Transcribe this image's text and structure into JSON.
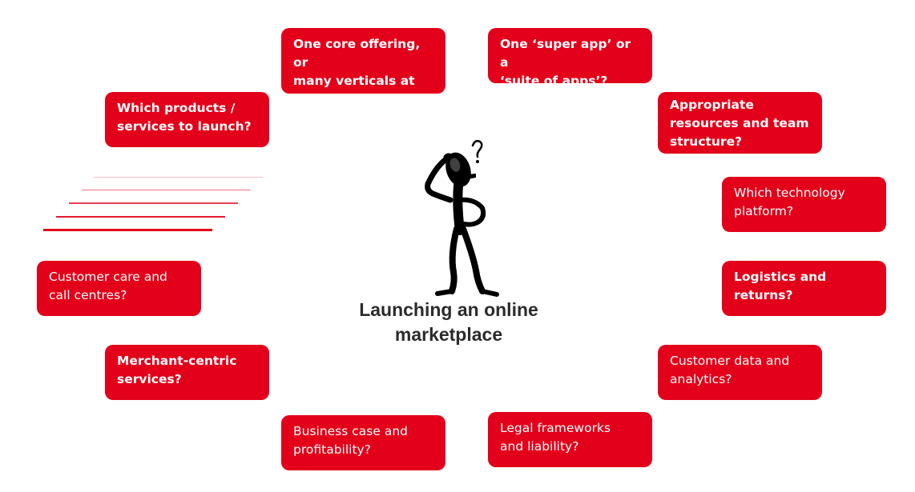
{
  "title": "Launching an online\nmarketplace",
  "boxes": [
    {
      "id": "core-offering",
      "text": "One core offering, or\nmany verticals at\nonce?",
      "bold": true
    },
    {
      "id": "super-app",
      "text": "One ‘super app’ or a\n‘suite of apps’?",
      "bold": true
    },
    {
      "id": "products",
      "text": "Which products /\nservices to launch?",
      "bold": true
    },
    {
      "id": "resources",
      "text": "Appropriate\nresources and team\nstructure?",
      "bold": true
    },
    {
      "id": "technology",
      "text": "Which technology\nplatform?",
      "bold": false
    },
    {
      "id": "customer-care",
      "text": "Customer care and\ncall centres?",
      "bold": false
    },
    {
      "id": "logistics",
      "text": "Logistics and\nreturns?",
      "bold": true
    },
    {
      "id": "merchant",
      "text": "Merchant-centric\nservices?",
      "bold": true
    },
    {
      "id": "customer-data",
      "text": "Customer data and\nanalytics?",
      "bold": false
    },
    {
      "id": "business-case",
      "text": "Business case and\nprofitability?",
      "bold": false
    },
    {
      "id": "legal",
      "text": "Legal frameworks\nand liability?",
      "bold": false
    }
  ],
  "colors": {
    "box": "#e2001a",
    "box_text": "#ffffff",
    "title": "#2b2b2b",
    "stripe": "#e2001a"
  },
  "icons": {
    "figure": "thinking-stick-figure-with-question-mark-icon"
  }
}
